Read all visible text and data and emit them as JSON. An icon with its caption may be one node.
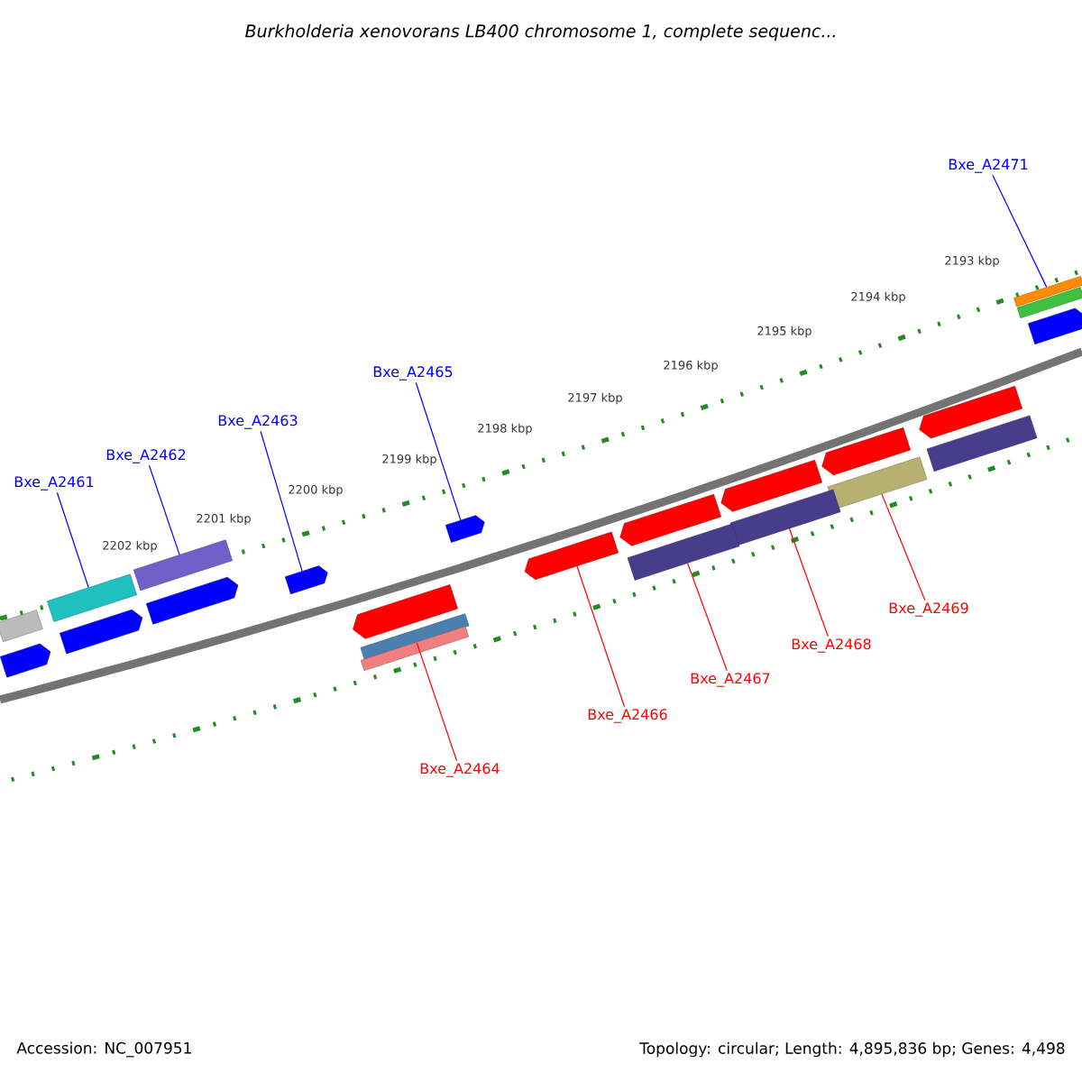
{
  "diagram": {
    "title": "Burkholderia xenovorans LB400 chromosome 1, complete sequenc...",
    "nodes": [
      {
        "text": [
          "Bxe_A2471"
        ]
      },
      {
        "text": [
          "Bxe_A2465"
        ]
      },
      {
        "text": [
          "Bxe_A2463"
        ]
      },
      {
        "text": [
          "Bxe_A2462"
        ]
      },
      {
        "text": [
          "Bxe_A2461"
        ]
      },
      {
        "text": [
          "Bxe_A2469"
        ]
      },
      {
        "text": [
          "Bxe_A2468"
        ]
      },
      {
        "text": [
          "Bxe_A2467"
        ]
      },
      {
        "text": [
          "Bxe_A2466"
        ]
      },
      {
        "text": [
          "Bxe_A2464"
        ]
      },
      {
        "text": [],
        "shape": "bar"
      },
      {
        "text": [],
        "shape": "arrow"
      },
      {
        "text": [],
        "shape": "arrow"
      },
      {
        "text": [],
        "shape": "bar"
      },
      {
        "text": [],
        "shape": "bar"
      },
      {
        "text": [],
        "shape": "bar"
      },
      {
        "text": [],
        "shape": "bar"
      },
      {
        "text": [],
        "shape": "bar"
      },
      {
        "text": [],
        "shape": "arrow"
      },
      {
        "text": [],
        "shape": "bar"
      },
      {
        "text": [],
        "shape": "bar"
      },
      {
        "text": [],
        "shape": "arrow"
      },
      {
        "text": [],
        "shape": "arrow"
      },
      {
        "text": [],
        "shape": "arrow"
      },
      {
        "text": [],
        "shape": "bar"
      },
      {
        "text": [],
        "shape": "arrow"
      },
      {
        "text": [],
        "shape": "arrow"
      },
      {
        "text": [],
        "shape": "bar"
      },
      {
        "text": [],
        "shape": "arrow"
      },
      {
        "text": [],
        "shape": "arrow"
      },
      {
        "text": [],
        "shape": "arrow"
      },
      {
        "text": [],
        "shape": "arrow"
      },
      {
        "text": [],
        "shape": "bar"
      }
    ],
    "edges": [
      {
        "from": 0,
        "to": 10,
        "arrow": "none",
        "color": "#0000ff"
      },
      {
        "from": 1,
        "to": 11,
        "arrow": "none",
        "color": "#0000ff"
      },
      {
        "from": 2,
        "to": 12,
        "arrow": "none",
        "color": "#0000ff"
      },
      {
        "from": 3,
        "to": 13,
        "arrow": "none",
        "color": "#0000ff"
      },
      {
        "from": 4,
        "to": 14,
        "arrow": "none",
        "color": "#0000ff"
      },
      {
        "from": 5,
        "to": 15,
        "arrow": "none",
        "color": "#ff0000"
      },
      {
        "from": 6,
        "to": 16,
        "arrow": "none",
        "color": "#ff0000"
      },
      {
        "from": 7,
        "to": 17,
        "arrow": "none",
        "color": "#ff0000"
      },
      {
        "from": 8,
        "to": 18,
        "arrow": "none",
        "color": "#ff0000"
      },
      {
        "from": 9,
        "to": 19,
        "arrow": "none",
        "color": "#ff0000"
      }
    ],
    "labels": [
      "2193 kbp",
      "2194 kbp",
      "2195 kbp",
      "2196 kbp",
      "2197 kbp",
      "2198 kbp",
      "2199 kbp",
      "2200 kbp",
      "2201 kbp",
      "2202 kbp",
      "Accession: NC_007951",
      "Topology: circular; Length: 4,895,836 bp; Genes: 4,498"
    ]
  }
}
